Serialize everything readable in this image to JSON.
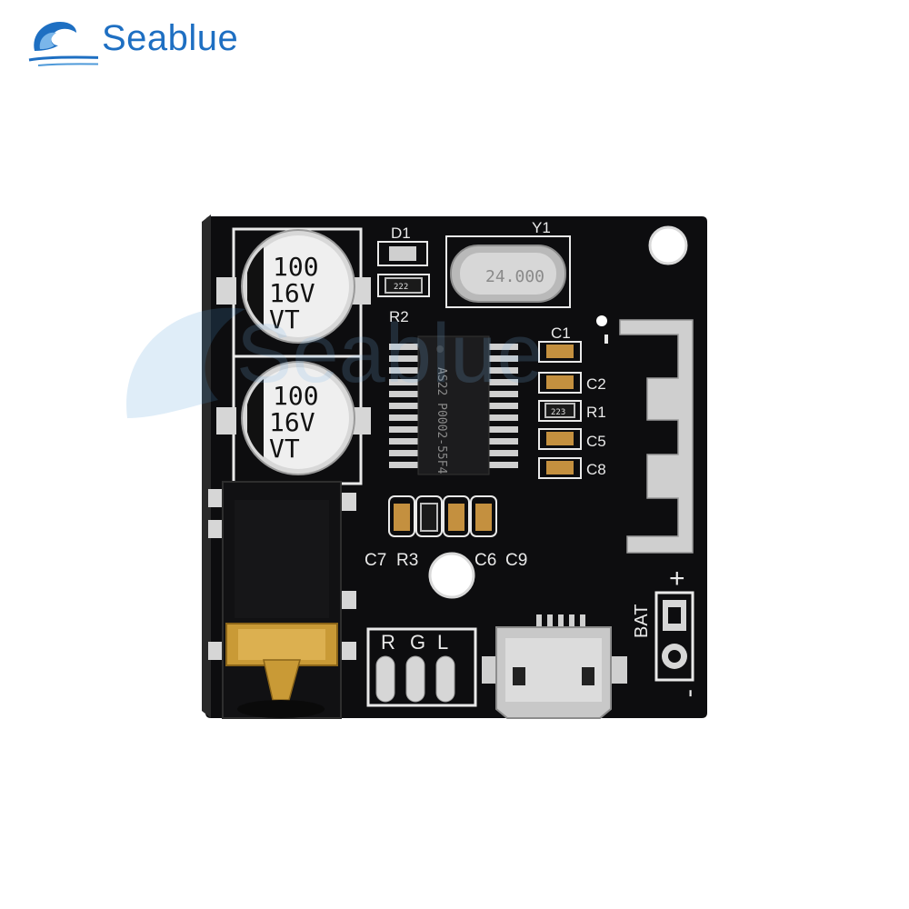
{
  "brand": {
    "name": "Seablue",
    "color": "#1e6fc2"
  },
  "watermark": {
    "text": "Seablue"
  },
  "board": {
    "pcb_color": "#0d0d0f",
    "silkscreen_color": "#e9e9e9",
    "labels": {
      "d1": "D1",
      "y1": "Y1",
      "r2": "R2",
      "c1": "C1",
      "c2": "C2",
      "r1": "R1",
      "c5": "C5",
      "c8": "C8",
      "c7": "C7",
      "r3": "R3",
      "c6": "C6",
      "c9": "C9",
      "bat": "BAT",
      "plus": "+",
      "minus": "-",
      "r": "R",
      "g": "G",
      "l": "L"
    },
    "capacitor_top": {
      "line1": "100",
      "line2": "16V",
      "line3": "VT"
    },
    "capacitor_bottom": {
      "line1": "100",
      "line2": "16V",
      "line3": "VT"
    },
    "crystal": "24.000",
    "r2_code": "222",
    "r1_code": "223",
    "chip_marking": "AS22 P0002-55F4"
  }
}
